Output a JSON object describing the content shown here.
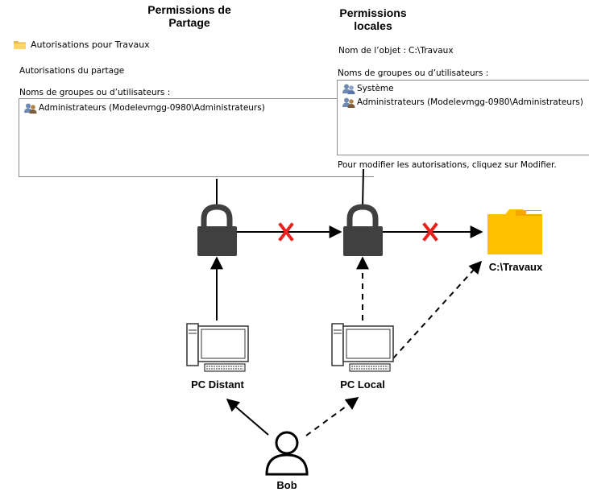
{
  "headings": {
    "share": "Permissions de\nPartage",
    "share_line1": "Permissions de",
    "share_line2": "Partage",
    "local_line1": "Permissions",
    "local_line2": "locales"
  },
  "share_dialog": {
    "title": "Autorisations pour Travaux",
    "tab": "Autorisations du partage",
    "list_label": "Noms de groupes ou d’utilisateurs :",
    "items": [
      {
        "label": "Administrateurs (Modelevmgg-0980\\Administrateurs)",
        "icon": "users-icon"
      }
    ]
  },
  "local_dialog": {
    "object_label": "Nom de l’objet :",
    "object_value": "C:\\Travaux",
    "list_label": "Noms de groupes ou d’utilisateurs :",
    "items": [
      {
        "label": "Système",
        "icon": "users-icon"
      },
      {
        "label": "Administrateurs (Modelevmgg-0980\\Administrateurs)",
        "icon": "users-icon"
      }
    ],
    "note": "Pour modifier les autorisations, cliquez sur Modifier."
  },
  "nodes": {
    "folder": "C:\\Travaux",
    "pc_remote": "PC Distant",
    "pc_local": "PC Local",
    "user": "Bob"
  },
  "colors": {
    "lock": "#404040",
    "cross": "#e8231f",
    "folder": "#ffc000",
    "folder_tab": "#f5a800"
  },
  "icons": [
    "lock-icon",
    "folder-icon",
    "computer-icon",
    "person-icon",
    "cross-icon"
  ]
}
